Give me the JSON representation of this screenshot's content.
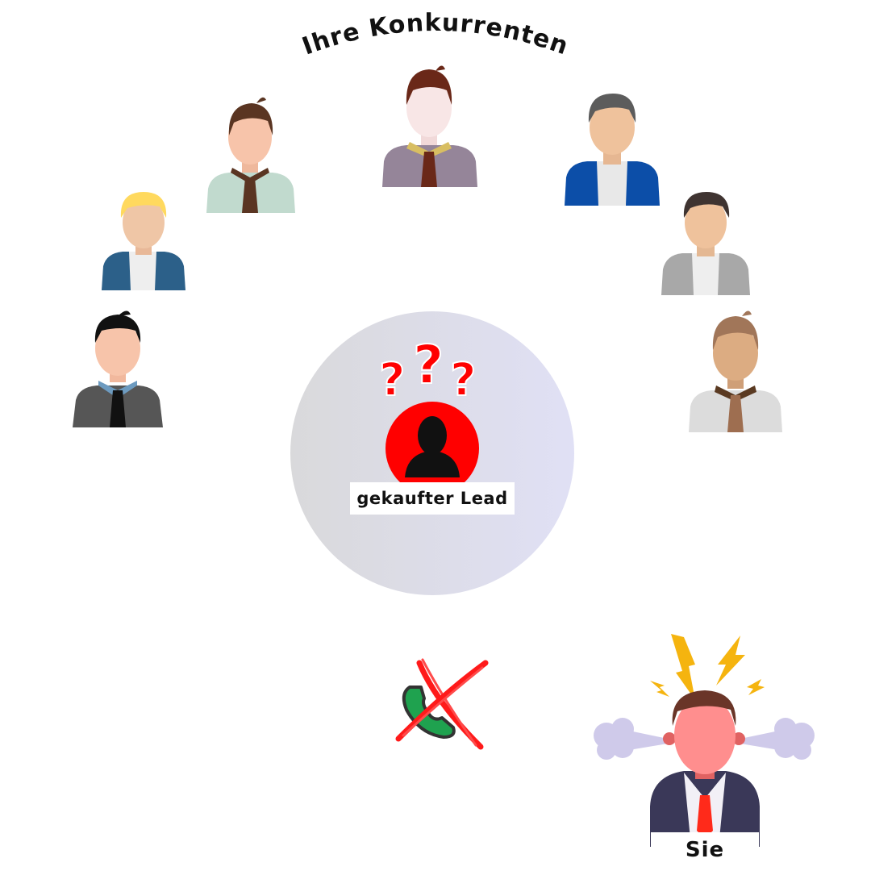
{
  "title": "Ihre Konkurrenten",
  "center": {
    "label": "gekaufter Lead"
  },
  "you": {
    "label": "Sie"
  },
  "icons": {
    "question_marks": "question-marks-icon",
    "lead": "person-silhouette-icon",
    "phone_crossed": "crossed-phone-icon",
    "angry": "angry-businessman-icon"
  },
  "colors": {
    "accent_red": "#ff0000",
    "circle_left": "#d9d9db",
    "circle_right": "#e0e0f5",
    "lightning": "#f5b40f",
    "steam": "#cfcaea"
  }
}
